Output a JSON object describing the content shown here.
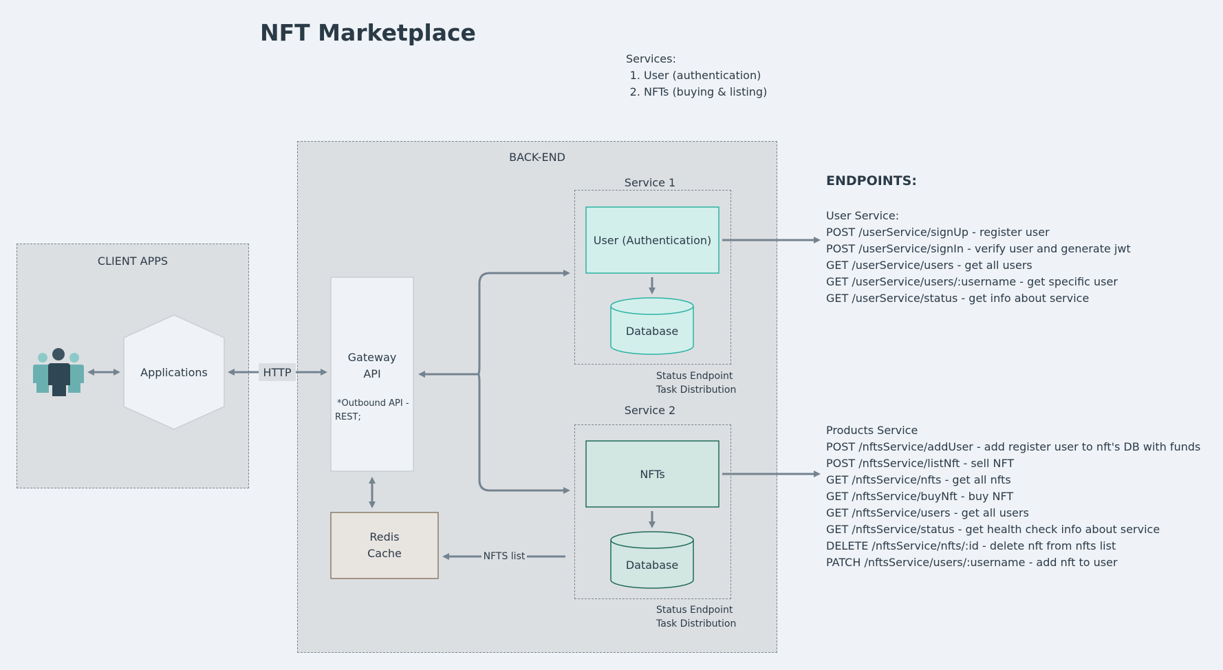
{
  "title": "NFT Marketplace",
  "services_note": {
    "heading": "Services:",
    "items": [
      "User (authentication)",
      "NFTs (buying & listing)"
    ]
  },
  "client_apps": {
    "label": "CLIENT APPS",
    "applications": "Applications",
    "http": "HTTP"
  },
  "backend": {
    "label": "BACK-END",
    "gateway": {
      "line1": "Gateway",
      "line2": "API",
      "note_line1": "*Outbound API -",
      "note_line2": "REST;"
    },
    "redis": {
      "line1": "Redis",
      "line2": "Cache"
    },
    "nfts_list": "NFTS list",
    "service1": {
      "title": "Service 1",
      "node": "User (Authentication)",
      "db": "Database",
      "status_line1": "Status Endpoint",
      "status_line2": "Task Distribution"
    },
    "service2": {
      "title": "Service 2",
      "node": "NFTs",
      "db": "Database",
      "status_line1": "Status Endpoint",
      "status_line2": "Task Distribution"
    }
  },
  "endpoints": {
    "heading": "ENDPOINTS:",
    "user_service": {
      "heading": "User Service:",
      "items": [
        "POST /userService/signUp - register user",
        "POST /userService/signIn - verify user and generate jwt",
        "GET /userService/users - get all users",
        "GET /userService/users/:username - get specific user",
        "GET /userService/status - get info about service"
      ]
    },
    "products_service": {
      "heading": "Products Service",
      "items": [
        "POST /nftsService/addUser - add register user to nft's DB with funds",
        "POST /nftsService/listNft - sell NFT",
        "GET /nftsService/nfts - get all nfts",
        "GET /nftsService/buyNft - buy NFT",
        "GET /nftsService/users - get all users",
        "GET /nftsService/status - get health check info about service",
        "DELETE /nftsService/nfts/:id - delete nft from nfts list",
        "PATCH /nftsService/users/:username - add nft to user"
      ]
    }
  },
  "colors": {
    "background": "#eff3f7",
    "zone_fill": "#dcdfe2",
    "auth_fill": "#d2efec",
    "auth_stroke": "#2bb3a3",
    "nfts_fill": "#d2e6e2",
    "nfts_stroke": "#1f6b59",
    "redis_fill": "#e8e5e1",
    "redis_stroke": "#8c7a66",
    "arrow": "#748390"
  }
}
